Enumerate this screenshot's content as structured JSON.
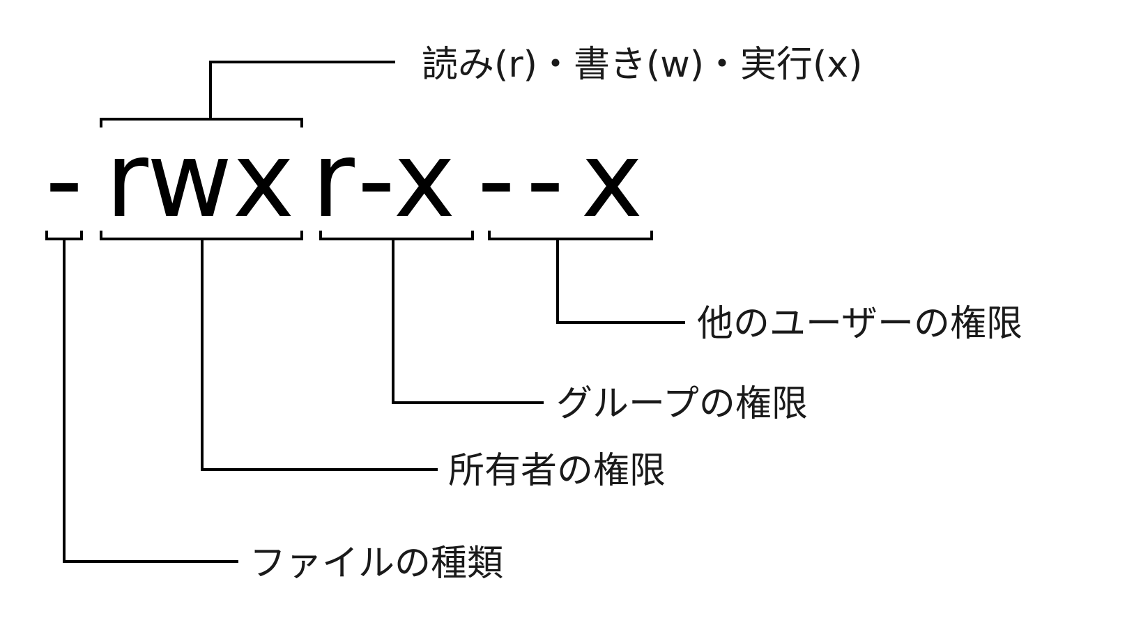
{
  "permission_string": {
    "chars": [
      "-",
      "r",
      "w",
      "x",
      "r",
      "-",
      "x",
      "-",
      "-",
      "x"
    ]
  },
  "labels": {
    "rwx_top": "読み(r)・書き(w)・実行(x)",
    "others": "他のユーザーの権限",
    "group": "グループの権限",
    "owner": "所有者の権限",
    "file_type": "ファイルの種類"
  },
  "colors": {
    "ink": "#000000",
    "background": "#ffffff"
  }
}
